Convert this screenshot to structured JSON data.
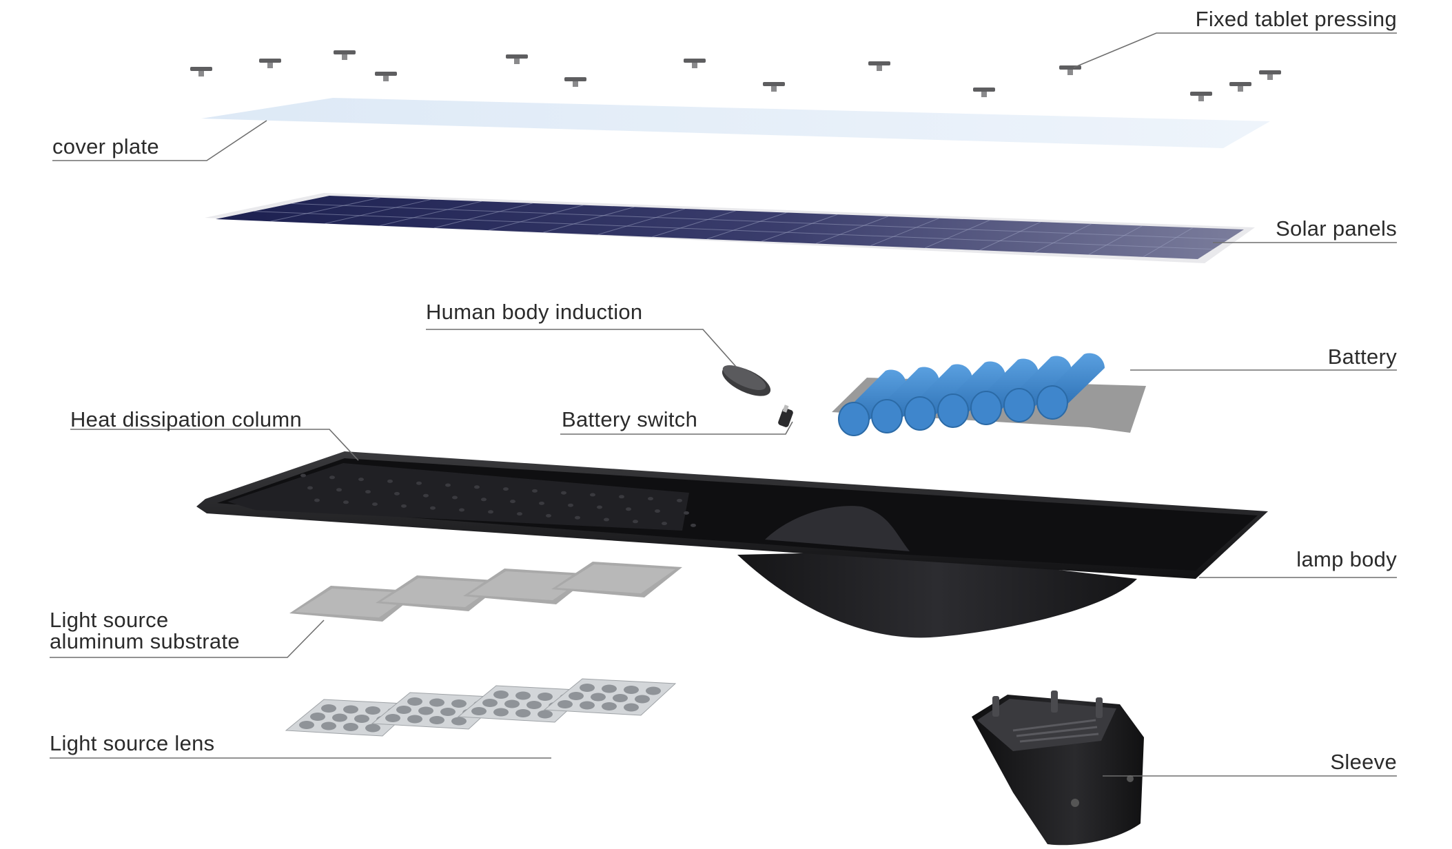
{
  "diagram": {
    "labels": {
      "fixed_tablet_pressing": "Fixed tablet pressing",
      "cover_plate": "cover plate",
      "solar_panels": "Solar panels",
      "human_body_induction": "Human body induction",
      "battery": "Battery",
      "heat_dissipation_column": "Heat dissipation column",
      "battery_switch": "Battery switch",
      "lamp_body": "lamp body",
      "light_source_aluminum_substrate": "Light source\naluminum substrate",
      "light_source_lens": "Light source lens",
      "sleeve": "Sleeve"
    },
    "colors": {
      "label_text": "#2b2b2b",
      "leader_line": "#6e6e6e",
      "cover_plate": "#e4eef8",
      "solar_cell_dark": "#1c2050",
      "solar_cell_light": "#6a6d90",
      "battery_cell": "#3f86cc",
      "lamp_body": "#1d1d1f",
      "aluminum_substrate": "#a9a9a9",
      "lens": "#c9cccf"
    }
  }
}
